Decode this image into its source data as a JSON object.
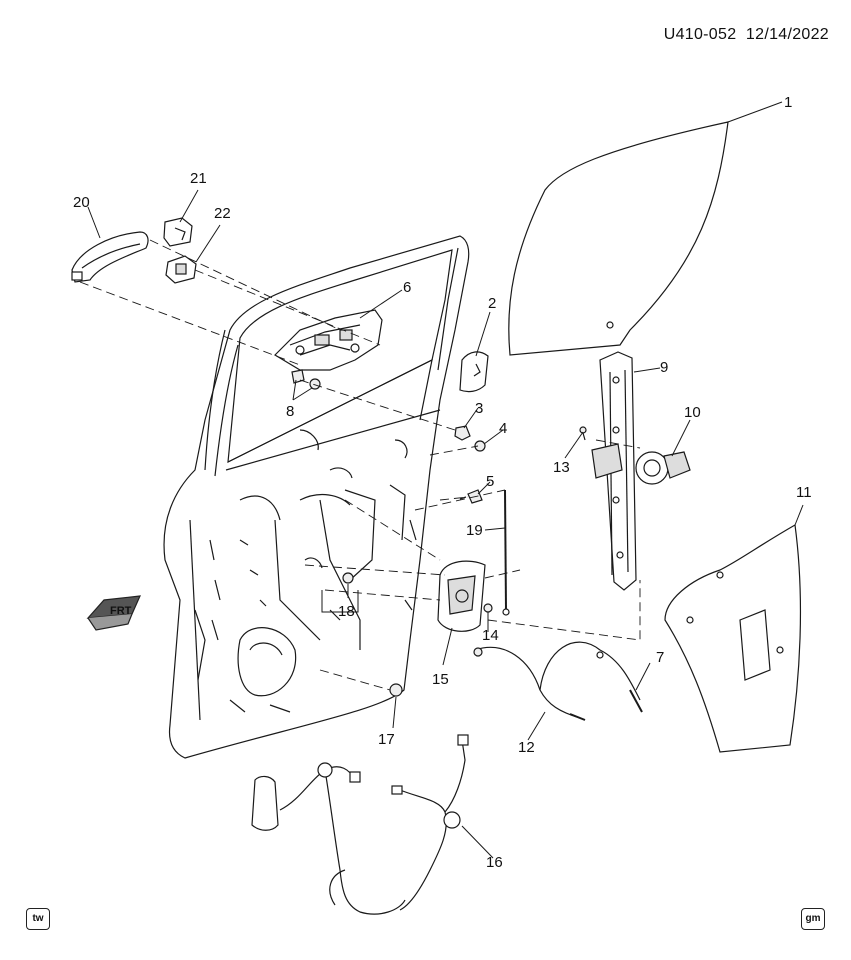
{
  "header": {
    "diagram_code": "U410-052",
    "date": "12/14/2022"
  },
  "callouts": [
    "1",
    "2",
    "3",
    "4",
    "5",
    "6",
    "7",
    "8",
    "9",
    "10",
    "11",
    "12",
    "13",
    "14",
    "15",
    "16",
    "17",
    "18",
    "19",
    "20",
    "21",
    "22"
  ],
  "front_marker": "FRT",
  "corner_badges": {
    "left": "tw",
    "right": "gm"
  },
  "colors": {
    "line": "#1a1a1a",
    "fill": "#ffffff",
    "shade": "#dcdcdc"
  }
}
